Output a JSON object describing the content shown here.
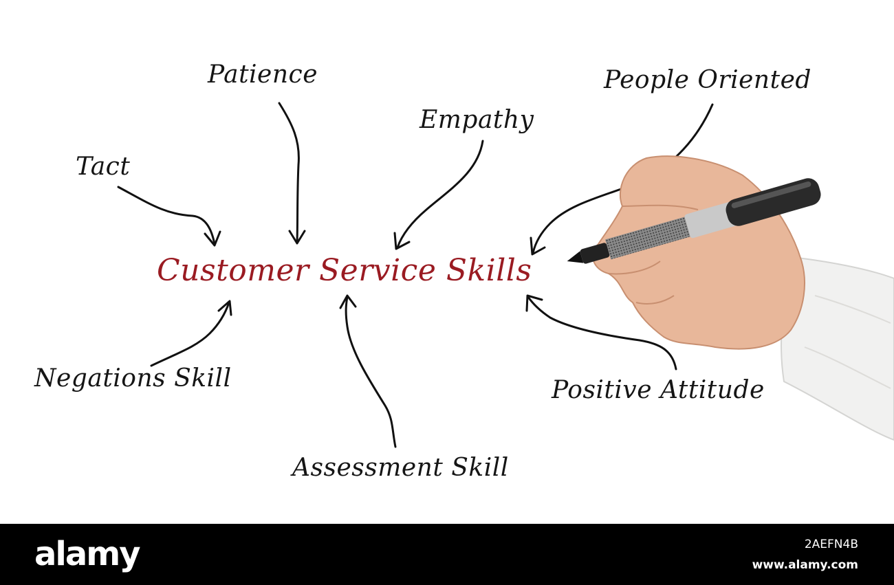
{
  "diagram": {
    "center_label": "Customer Service Skills",
    "center_color": "#9a1b22",
    "skills": [
      "Tact",
      "Patience",
      "Empathy",
      "People Oriented",
      "Negations Skill",
      "Assessment Skill",
      "Positive Attitude"
    ]
  },
  "footer": {
    "brand": "alamy",
    "image_id": "2AEFN4B",
    "site": "www.alamy.com"
  }
}
